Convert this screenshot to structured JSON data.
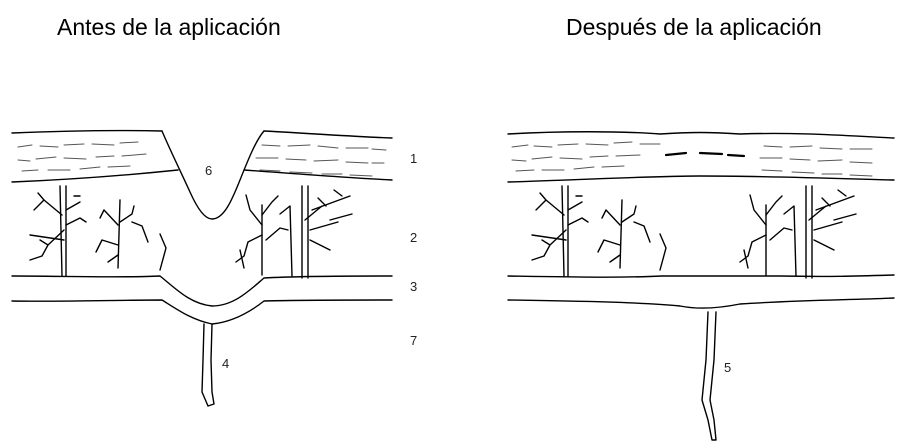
{
  "titles": {
    "before": "Antes de la aplicación",
    "after": "Después de la aplicación"
  },
  "labels": {
    "l1": "1",
    "l2": "2",
    "l3": "3",
    "l4": "4",
    "l5": "5",
    "l6": "6",
    "l7": "7"
  }
}
